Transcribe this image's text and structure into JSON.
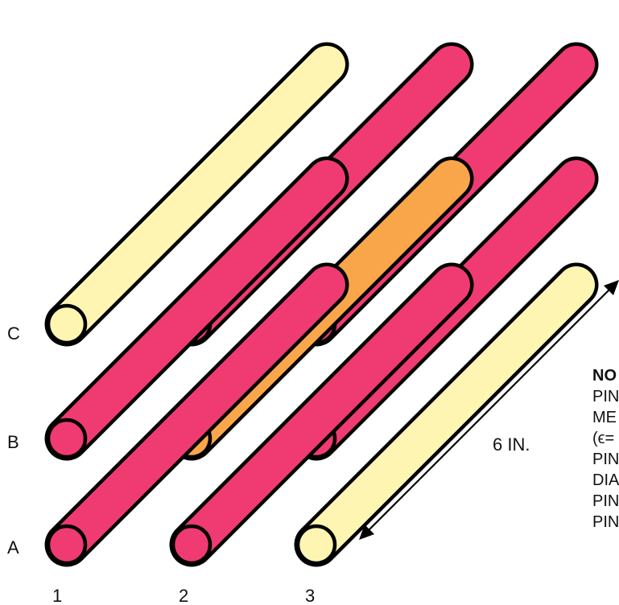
{
  "row_labels": [
    "A",
    "B",
    "C"
  ],
  "column_labels": [
    "1",
    "2",
    "3"
  ],
  "dimension_label": "6 IN.",
  "notes": {
    "title": "NO",
    "lines": [
      "PIN",
      "ME",
      "(ϵ=",
      "PIN",
      "DIA",
      "PIN",
      "PIN"
    ]
  },
  "colors": {
    "pink": "#ef3b72",
    "yellow": "#fdf5b1",
    "orange": "#f9a64a",
    "outline": "#000000"
  },
  "pins": [
    {
      "row": "A",
      "col": "1",
      "color": "pink"
    },
    {
      "row": "A",
      "col": "2",
      "color": "pink"
    },
    {
      "row": "A",
      "col": "3",
      "color": "yellow"
    },
    {
      "row": "B",
      "col": "1",
      "color": "pink"
    },
    {
      "row": "B",
      "col": "2",
      "color": "orange"
    },
    {
      "row": "B",
      "col": "3",
      "color": "pink"
    },
    {
      "row": "C",
      "col": "1",
      "color": "yellow"
    },
    {
      "row": "C",
      "col": "2",
      "color": "pink"
    },
    {
      "row": "C",
      "col": "3",
      "color": "pink"
    }
  ]
}
